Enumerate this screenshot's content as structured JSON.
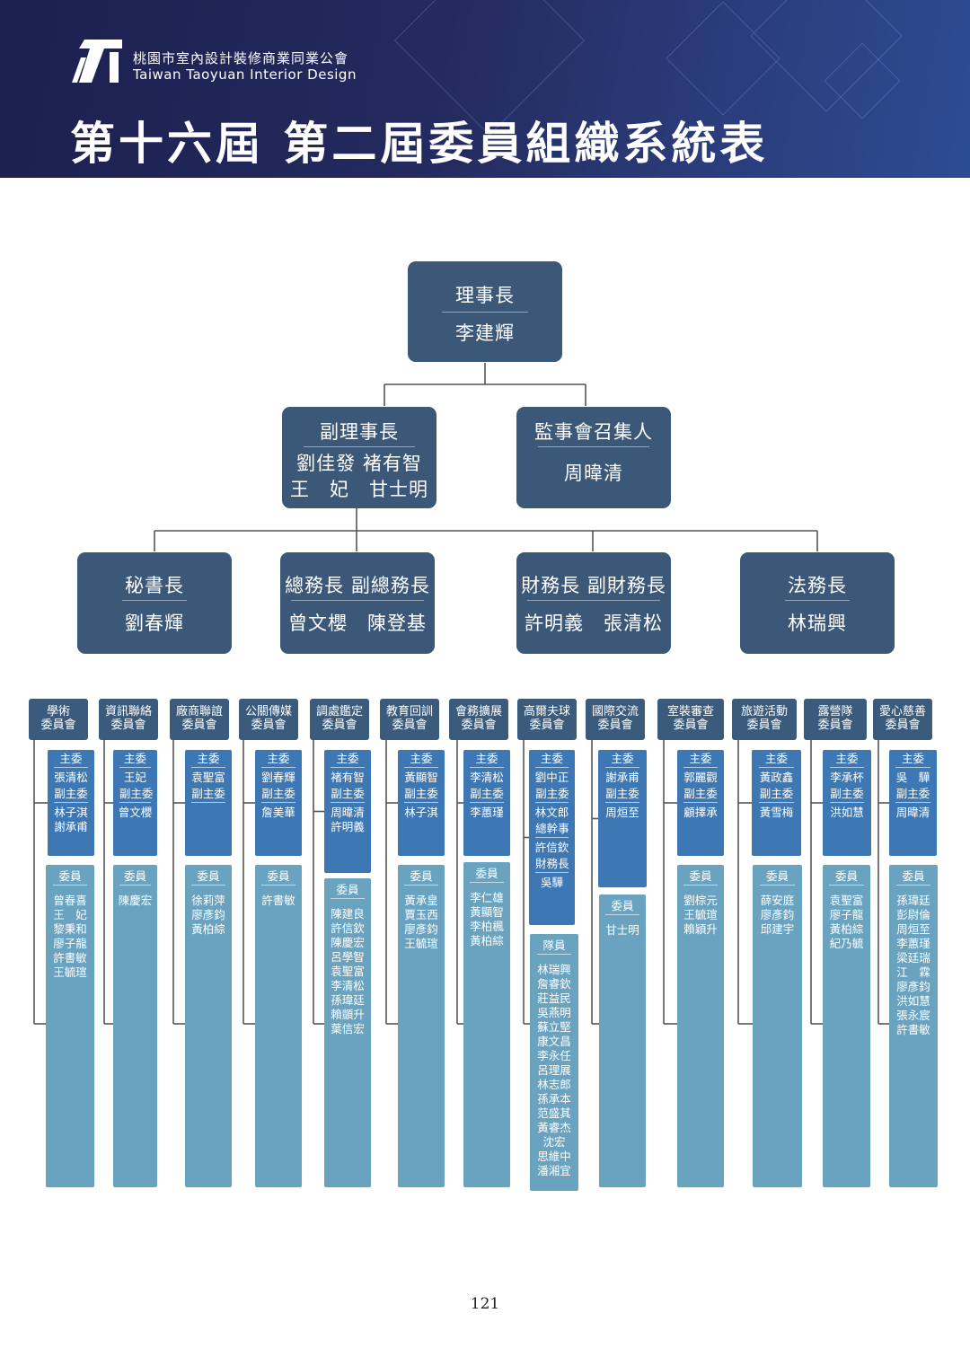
{
  "header": {
    "association_zh": "桃園市室內設計裝修商業同業公會",
    "association_en": "Taiwan Taoyuan Interior Design",
    "title": "第十六屆  第二屆委員組織系統表"
  },
  "colors": {
    "top_box": "#3c5878",
    "principal_box": "#3e78b4",
    "member_box": "#6aa3c0"
  },
  "org": {
    "chairman": {
      "title": "理事長",
      "name": "李建輝"
    },
    "vice_chairman": {
      "title": "副理事長",
      "names_line1": "劉佳發 褚有智",
      "names_line2": "王　妃　甘士明"
    },
    "supervisor": {
      "title": "監事會召集人",
      "name": "周暐清"
    },
    "secretary": {
      "title": "秘書長",
      "name": "劉春輝"
    },
    "general_affairs": {
      "title": "總務長 副總務長",
      "names": "曾文櫻　陳登基"
    },
    "finance": {
      "title": "財務長 副財務長",
      "names": "許明義　張清松"
    },
    "legal": {
      "title": "法務長",
      "name": "林瑞興"
    }
  },
  "committees": [
    {
      "name": "學術\n委員會",
      "principal": [
        {
          "label": "主委",
          "names": "張清松"
        },
        {
          "label": "副主委",
          "names": "林子淇\n謝承甫"
        }
      ],
      "members": [
        {
          "label": "委員",
          "names": "曾春喜\n王　妃\n黎秉和\n廖子龍\n許書敏\n王毓瑄"
        }
      ]
    },
    {
      "name": "資訊聯絡\n委員會",
      "principal": [
        {
          "label": "主委",
          "names": "王妃"
        },
        {
          "label": "副主委",
          "names": "曾文櫻"
        }
      ],
      "members": [
        {
          "label": "委員",
          "names": "陳慶宏"
        }
      ]
    },
    {
      "name": "廠商聯誼\n委員會",
      "principal": [
        {
          "label": "主委",
          "names": "袁聖富"
        },
        {
          "label": "副主委",
          "names": ""
        }
      ],
      "members": [
        {
          "label": "委員",
          "names": "徐莉萍\n廖彥鈞\n黃柏綜"
        }
      ]
    },
    {
      "name": "公關傳媒\n委員會",
      "principal": [
        {
          "label": "主委",
          "names": "劉春輝"
        },
        {
          "label": "副主委",
          "names": "詹美華"
        }
      ],
      "members": [
        {
          "label": "委員",
          "names": "許書敏"
        }
      ]
    },
    {
      "name": "調處鑑定\n委員會",
      "principal": [
        {
          "label": "主委",
          "names": "褚有智"
        },
        {
          "label": "副主委",
          "names": "周暐清\n許明義"
        }
      ],
      "members": [
        {
          "label": "委員",
          "names": "陳建良\n許信欽\n陳慶宏\n呂學智\n袁聖富\n李清松\n孫瑋廷\n賴顗升\n葉信宏"
        }
      ]
    },
    {
      "name": "教育回訓\n委員會",
      "principal": [
        {
          "label": "主委",
          "names": "黃顯智"
        },
        {
          "label": "副主委",
          "names": "林子淇"
        }
      ],
      "members": [
        {
          "label": "委員",
          "names": "黃承皇\n賈玉西\n廖彥鈞\n王毓瑄"
        }
      ]
    },
    {
      "name": "會務擴展\n委員會",
      "principal": [
        {
          "label": "主委",
          "names": "李清松"
        },
        {
          "label": "副主委",
          "names": "李蕙瑾"
        }
      ],
      "members": [
        {
          "label": "委員",
          "names": "李仁雄\n黃顯智\n李柏楓\n黃柏綜"
        }
      ]
    },
    {
      "name": "高爾夫球\n委員會",
      "principal": [
        {
          "label": "主委",
          "names": "劉中正"
        },
        {
          "label": "副主委",
          "names": "林文郎"
        },
        {
          "label": "總幹事",
          "names": "許信欽"
        },
        {
          "label": "財務長",
          "names": "吳驊"
        }
      ],
      "members": [
        {
          "label": "隊員",
          "names": "林瑞興\n詹睿欽\n莊益民\n吳燕明\n蘇立堅\n康文昌\n李永任\n呂理展\n林志郎\n孫承本\n范盛其\n黃睿杰\n沈宏\n思維中\n潘湘宜"
        }
      ]
    },
    {
      "name": "國際交流\n委員會",
      "principal": [
        {
          "label": "主委",
          "names": "謝承甫"
        },
        {
          "label": "副主委",
          "names": "周烜至"
        }
      ],
      "members": [
        {
          "label": "委員",
          "names": "甘士明"
        }
      ]
    },
    {
      "name": "室裝審查\n委員會",
      "principal": [
        {
          "label": "主委",
          "names": "郭麗觀"
        },
        {
          "label": "副主委",
          "names": "顧擇承"
        }
      ],
      "members": [
        {
          "label": "委員",
          "names": "劉棕元\n王毓瑄\n賴穎升"
        }
      ]
    },
    {
      "name": "旅遊活動\n委員會",
      "principal": [
        {
          "label": "主委",
          "names": "黃政鑫"
        },
        {
          "label": "副主委",
          "names": "黃雪梅"
        }
      ],
      "members": [
        {
          "label": "委員",
          "names": "薛安庭\n廖彥鈞\n邱建宇"
        }
      ]
    },
    {
      "name": "露營隊\n委員會",
      "principal": [
        {
          "label": "主委",
          "names": "李承杯"
        },
        {
          "label": "副主委",
          "names": "洪如慧"
        }
      ],
      "members": [
        {
          "label": "委員",
          "names": "袁聖富\n廖子龍\n黃柏綜\n紀乃毓"
        }
      ]
    },
    {
      "name": "愛心慈善\n委員會",
      "principal": [
        {
          "label": "主委",
          "names": "吳　驊"
        },
        {
          "label": "副主委",
          "names": "周暐清"
        }
      ],
      "members": [
        {
          "label": "委員",
          "names": "孫瑋廷\n彭尉倫\n周烜至\n李蕙瑾\n梁廷瑞\n江　霖\n廖彥鈞\n洪如慧\n張永宸\n許書敏"
        }
      ]
    }
  ],
  "page_number": "121"
}
